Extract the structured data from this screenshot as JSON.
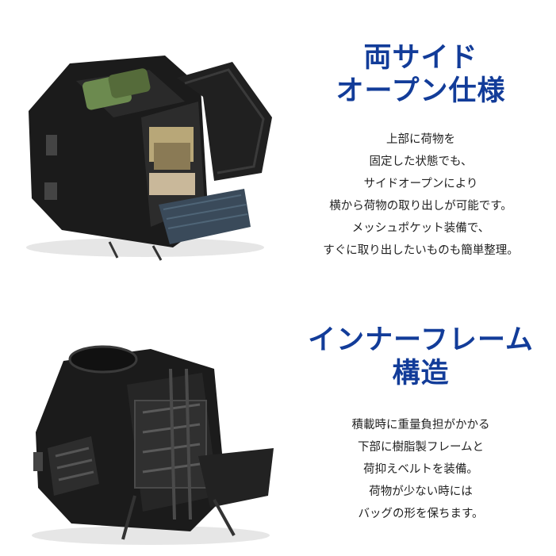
{
  "section_open": {
    "heading_lines": [
      "両サイド",
      "オープン仕様"
    ],
    "body_lines": [
      "上部に荷物を",
      "固定した状態でも、",
      "サイドオープンにより",
      "横から荷物の取り出しが可能です。",
      "メッシュポケット装備で、",
      "すぐに取り出したいものも簡単整理。"
    ],
    "photo_icon": "open-bag-photo"
  },
  "section_frame": {
    "heading_lines": [
      "インナーフレーム",
      "構造"
    ],
    "body_lines": [
      "積載時に重量負担がかかる",
      "下部に樹脂製フレームと",
      "荷抑えベルトを装備。",
      "荷物が少ない時には",
      "バッグの形を保ちます。"
    ],
    "photo_icon": "frame-bag-photo"
  },
  "colors": {
    "heading": "#123c99",
    "body_text": "#222222",
    "bag": "#1b1b1b"
  }
}
